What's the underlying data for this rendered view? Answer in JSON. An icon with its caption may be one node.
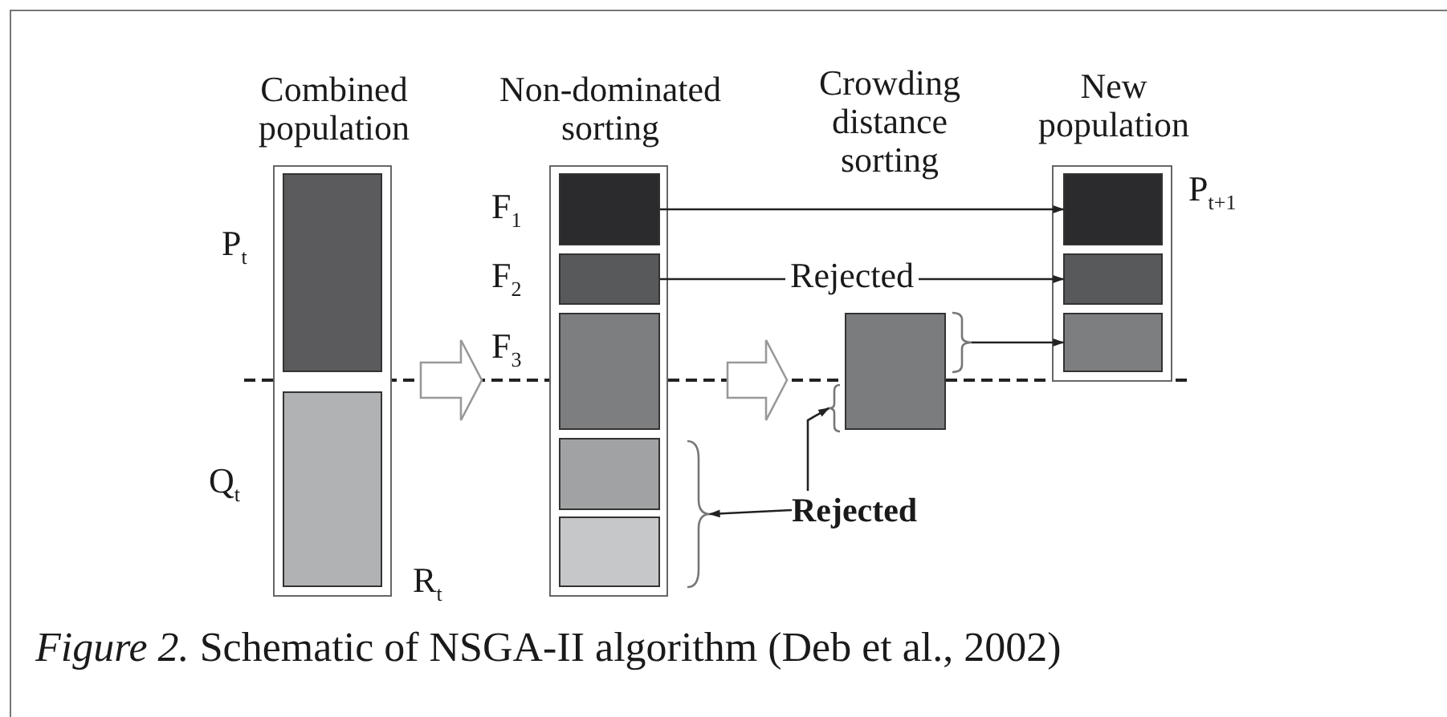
{
  "diagram": {
    "caption": "*Figure 2.* Schematic of NSGA-II algorithm (Deb et al., 2002)",
    "nodes": [
      {
        "text": [
          "Combined population"
        ],
        "beside": [
          "R$_{t}$"
        ]
      },
      {
        "text": [],
        "shape": "box",
        "in": 0,
        "beside": [
          "P$_{t}$"
        ]
      },
      {
        "text": [],
        "shape": "box",
        "in": 0,
        "beside": [
          "Q$_{t}$"
        ]
      },
      {
        "text": [
          "Non-dominated sorting"
        ]
      },
      {
        "text": [],
        "shape": "box",
        "in": 3,
        "beside": [
          "F$_{1}$"
        ]
      },
      {
        "text": [],
        "shape": "box",
        "in": 3,
        "beside": [
          "F$_{2}$"
        ]
      },
      {
        "text": [],
        "shape": "box",
        "in": 3,
        "beside": [
          "F$_{3}$"
        ]
      },
      {
        "text": [],
        "shape": "box",
        "in": 3
      },
      {
        "text": [],
        "shape": "box",
        "in": 3
      },
      {
        "text": [],
        "shape": "box"
      },
      {
        "text": [
          "New population"
        ],
        "beside": [
          "P$_{t+1}$"
        ]
      },
      {
        "text": [],
        "shape": "box",
        "in": 10
      },
      {
        "text": [],
        "shape": "box",
        "in": 10
      },
      {
        "text": [],
        "shape": "box",
        "in": 10
      },
      {
        "text": [],
        "shape": "brace"
      },
      {
        "text": [
          "Rejected"
        ]
      },
      {
        "text": [],
        "shape": "brace"
      },
      {
        "text": [],
        "shape": "brace"
      }
    ],
    "edges": [
      {
        "from": 0,
        "to": 3,
        "arrow": "to",
        "style": "thick"
      },
      {
        "from": 3,
        "to": 9,
        "arrow": "to",
        "style": "thick"
      },
      {
        "from": 4,
        "to": 11,
        "arrow": "to"
      },
      {
        "from": 5,
        "to": 12,
        "arrow": "to",
        "label": "Rejected"
      },
      {
        "from": 14,
        "to": 13,
        "arrow": "to"
      },
      {
        "from": 15,
        "to": 16,
        "arrow": "to"
      },
      {
        "from": 15,
        "to": 17,
        "arrow": "to"
      }
    ],
    "labels": [
      "Crowding distance sorting"
    ]
  }
}
